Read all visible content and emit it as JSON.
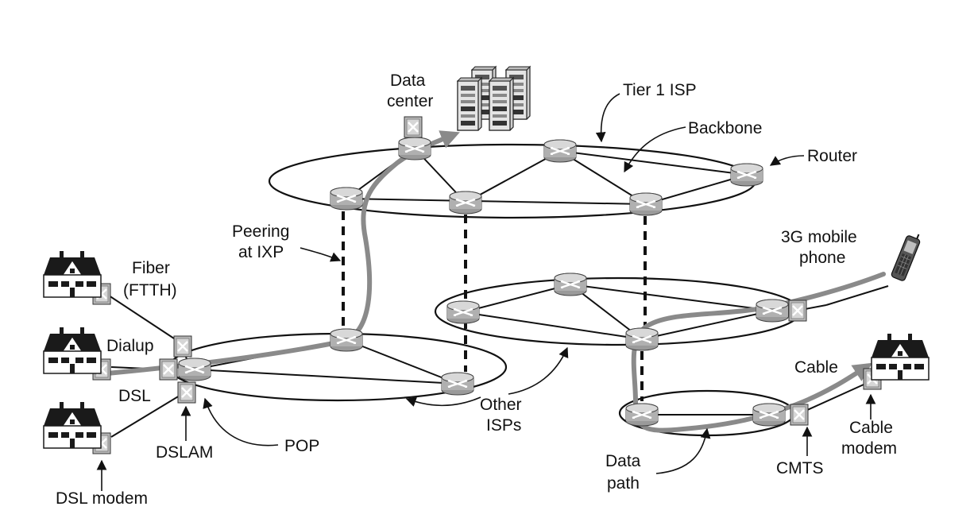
{
  "labels": {
    "data_center_1": "Data",
    "data_center_2": "center",
    "tier1_isp": "Tier 1 ISP",
    "backbone": "Backbone",
    "router": "Router",
    "peering_1": "Peering",
    "peering_2": "at IXP",
    "fiber_1": "Fiber",
    "fiber_2": "(FTTH)",
    "dialup": "Dialup",
    "dsl": "DSL",
    "dslam": "DSLAM",
    "dsl_modem": "DSL modem",
    "pop": "POP",
    "mobile_1": "3G mobile",
    "mobile_2": "phone",
    "other_isps_1": "Other",
    "other_isps_2": "ISPs",
    "cable": "Cable",
    "cable_modem_1": "Cable",
    "cable_modem_2": "modem",
    "cmts": "CMTS",
    "data_path_1": "Data",
    "data_path_2": "path"
  },
  "colors": {
    "ink": "#111111",
    "data_path": "#8a8a8a",
    "router_fill": "#b0b0b0",
    "house_roof": "#1a1a1a"
  },
  "icons": [
    "router-icon",
    "modem-icon",
    "server-rack-icon",
    "house-icon",
    "mobile-phone-icon"
  ]
}
